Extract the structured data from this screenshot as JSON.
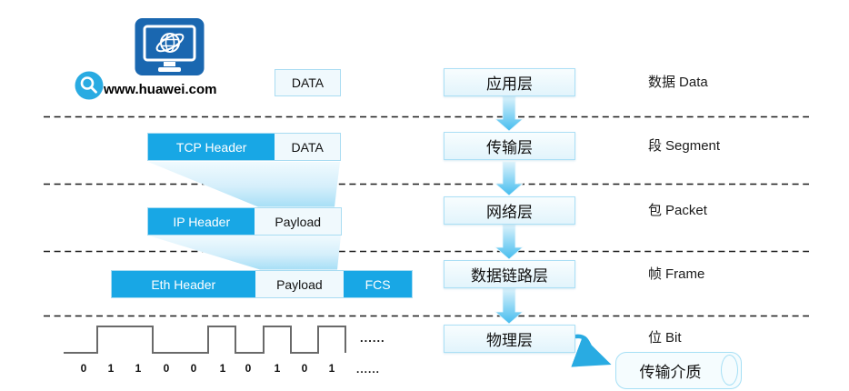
{
  "client": {
    "url": "www.huawei.com"
  },
  "stack": {
    "layers": [
      {
        "name": "应用层",
        "pdu_cn": "数据",
        "pdu_en": "Data"
      },
      {
        "name": "传输层",
        "pdu_cn": "段",
        "pdu_en": "Segment"
      },
      {
        "name": "网络层",
        "pdu_cn": "包",
        "pdu_en": "Packet"
      },
      {
        "name": "数据链路层",
        "pdu_cn": "帧",
        "pdu_en": "Frame"
      },
      {
        "name": "物理层",
        "pdu_cn": "位",
        "pdu_en": "Bit"
      }
    ]
  },
  "encapsulation": {
    "row1": {
      "data": "DATA"
    },
    "row2": {
      "header": "TCP Header",
      "data": "DATA"
    },
    "row3": {
      "header": "IP Header",
      "data": "Payload"
    },
    "row4": {
      "header": "Eth Header",
      "data": "Payload",
      "trailer": "FCS"
    }
  },
  "physical": {
    "bits": [
      "0",
      "1",
      "1",
      "0",
      "0",
      "1",
      "0",
      "1",
      "0",
      "1"
    ],
    "ellipsis_wave": "......",
    "ellipsis_bits": "......"
  },
  "medium": {
    "label": "传输介质"
  },
  "colors": {
    "solid_blue": "#18A7E5",
    "accent_cyan": "#29ABE2",
    "monitor_blue": "#1A67B0",
    "light_fill": "#F0F9FD",
    "light_border": "#A9DCF2"
  }
}
